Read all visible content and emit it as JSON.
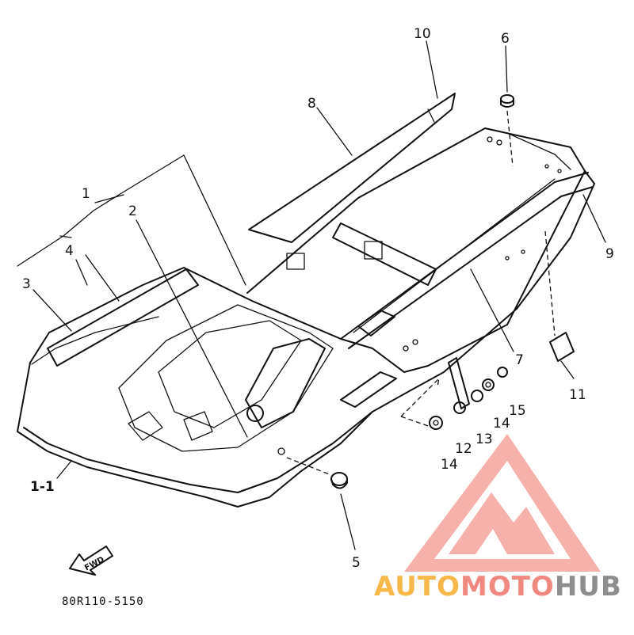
{
  "callouts": {
    "c1": "1",
    "c2": "2",
    "c3": "3",
    "c4": "4",
    "c5": "5",
    "c6": "6",
    "c7": "7",
    "c8": "8",
    "c9": "9",
    "c10": "10",
    "c11": "11",
    "c12": "12",
    "c13": "13",
    "c14a": "14",
    "c14b": "14",
    "c15": "15",
    "c1_1": "1-1"
  },
  "fwd_label": "FWD",
  "diagram_code": "80R110-5150",
  "watermark": {
    "part1": "AUTO",
    "part2": "MOTO",
    "part3": "HUB",
    "color_orange": "#f7b84a",
    "color_red": "#f08a80",
    "color_gray": "#8d8d8d"
  }
}
